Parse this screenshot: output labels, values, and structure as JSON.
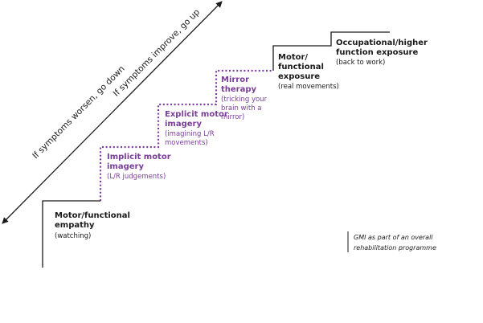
{
  "colors": {
    "black_step": "#1a1a1a",
    "purple_step": "#7a3e98"
  },
  "arrow": {
    "down_label": "If symptoms worsen, go down",
    "up_label": "If symptoms improve, go up"
  },
  "steps": [
    {
      "title_lines": [
        "Motor/functional",
        "empathy"
      ],
      "sub_lines": [
        "(watching)"
      ],
      "style": "solid"
    },
    {
      "title_lines": [
        "Implicit motor",
        "imagery"
      ],
      "sub_lines": [
        "(L/R judgements)"
      ],
      "style": "dotted"
    },
    {
      "title_lines": [
        "Explicit motor",
        "imagery"
      ],
      "sub_lines": [
        "(imagining L/R",
        "movements)"
      ],
      "style": "dotted"
    },
    {
      "title_lines": [
        "Mirror",
        "therapy"
      ],
      "sub_lines": [
        "(tricking your",
        "brain with a",
        "mirror)"
      ],
      "style": "dotted"
    },
    {
      "title_lines": [
        "Motor/",
        "functional",
        "exposure"
      ],
      "sub_lines": [
        "(real movements)"
      ],
      "style": "solid"
    },
    {
      "title_lines": [
        "Occupational/higher",
        "function exposure"
      ],
      "sub_lines": [
        "(back to work)"
      ],
      "style": "solid"
    }
  ],
  "note": {
    "lines": [
      "GMI as part of an overall",
      "rehabilitation programme"
    ]
  }
}
